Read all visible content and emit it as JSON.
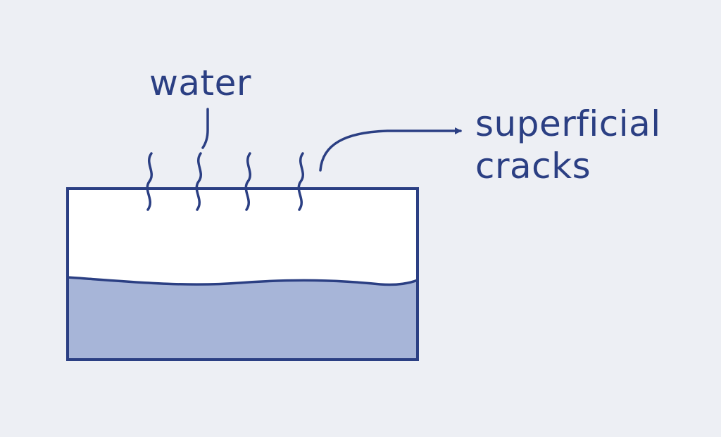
{
  "labels": {
    "water": "water",
    "cracks_line1": "superficial",
    "cracks_line2": "cracks"
  },
  "colors": {
    "background": "#edeff4",
    "ink": "#2b3f83",
    "water_fill": "#a7b5d8",
    "container_fill": "#ffffff"
  }
}
